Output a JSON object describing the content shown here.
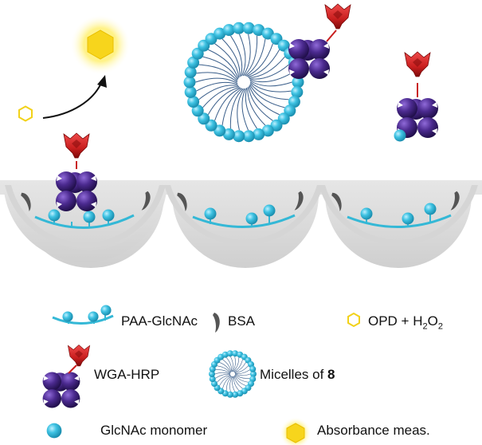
{
  "colors": {
    "well": "#d9d9d9",
    "well_edge": "#bfbfbf",
    "polymer": "#34b8d6",
    "bead": "#3fc3e3",
    "bead_dark": "#1b8fb0",
    "wga": "#4b2a8f",
    "wga_dark": "#2a145e",
    "hrp": "#c91f1f",
    "hrp_dark": "#8a0d0d",
    "bsa": "#555555",
    "opd": "#f2d21a",
    "glow": "#ffe85a"
  },
  "icons": [
    "opd-hexagon-icon",
    "reaction-arrow-icon",
    "absorbance-hexagon-icon",
    "bsa-icon",
    "wga-hrp-icon",
    "micelle-icon",
    "glcnac-monomer-icon"
  ],
  "legend": {
    "paa_glcnac": "PAA-GlcNAc",
    "bsa": "BSA",
    "opd_prefix": "OPD + H",
    "opd_sub1": "2",
    "opd_mid": "O",
    "opd_sub2": "2",
    "wga_hrp": "WGA-HRP",
    "micelles_prefix": "Micelles of ",
    "micelles_bold": "8",
    "glcnac_monomer": "GlcNAc monomer",
    "absorbance": "Absorbance meas."
  }
}
